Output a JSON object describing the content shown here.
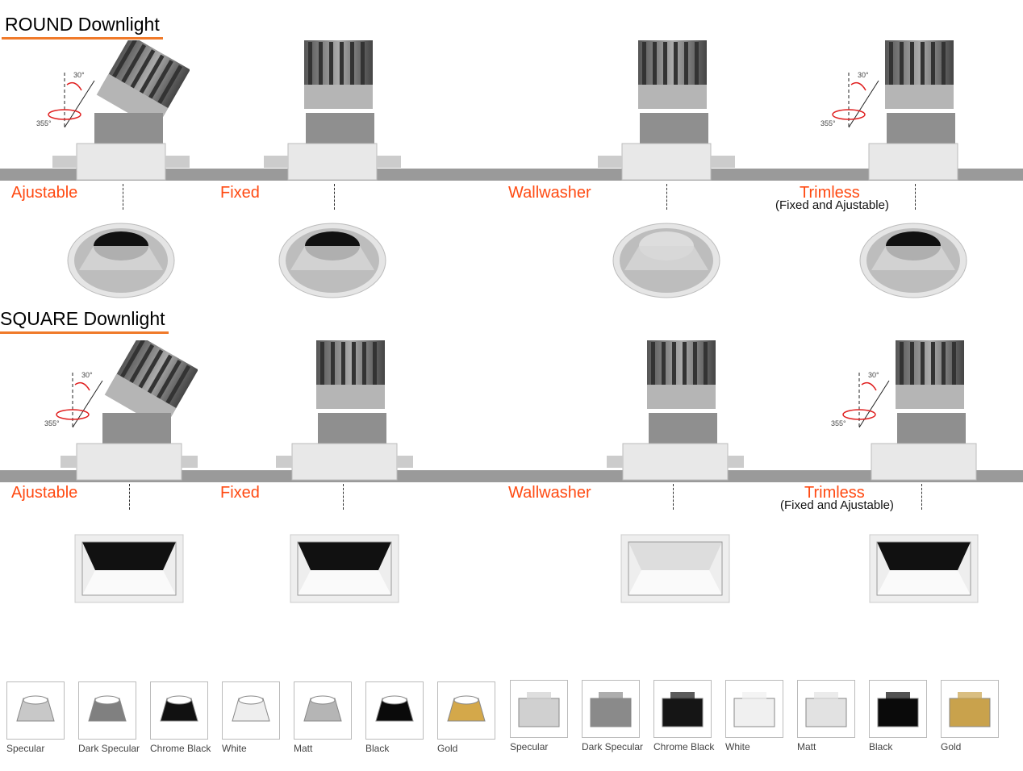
{
  "round": {
    "title": "ROUND Downlight",
    "angle_tilt": "30°",
    "angle_rotate": "355°",
    "types": [
      {
        "label": "Ajustable"
      },
      {
        "label": "Fixed"
      },
      {
        "label": "Wallwasher"
      },
      {
        "label": "Trimless",
        "sub": "(Fixed and Ajustable)"
      }
    ]
  },
  "square": {
    "title": "SQUARE Downlight",
    "angle_tilt": "30°",
    "angle_rotate": "355°",
    "types": [
      {
        "label": "Ajustable"
      },
      {
        "label": "Fixed"
      },
      {
        "label": "Wallwasher"
      },
      {
        "label": "Trimless",
        "sub": "(Fixed and Ajustable)"
      }
    ]
  },
  "finishes_round": [
    {
      "label": "Specular",
      "color": "#c8c8c8"
    },
    {
      "label": "Dark Specular",
      "color": "#808080"
    },
    {
      "label": "Chrome Black",
      "color": "#111111"
    },
    {
      "label": "White",
      "color": "#eeeeee"
    },
    {
      "label": "Matt",
      "color": "#b5b5b5"
    },
    {
      "label": "Black",
      "color": "#0a0a0a"
    },
    {
      "label": "Gold",
      "color": "#d4a84a"
    }
  ],
  "finishes_square": [
    {
      "label": "Specular",
      "color": "#d0d0d0"
    },
    {
      "label": "Dark Specular",
      "color": "#8a8a8a"
    },
    {
      "label": "Chrome Black",
      "color": "#151515"
    },
    {
      "label": "White",
      "color": "#f0f0f0"
    },
    {
      "label": "Matt",
      "color": "#e2e2e2"
    },
    {
      "label": "Black",
      "color": "#0a0a0a"
    },
    {
      "label": "Gold",
      "color": "#c9a24c"
    }
  ],
  "colors": {
    "accent": "#ff4a12",
    "underline": "#f07a2a",
    "ceiling": "#9a9a9a"
  }
}
